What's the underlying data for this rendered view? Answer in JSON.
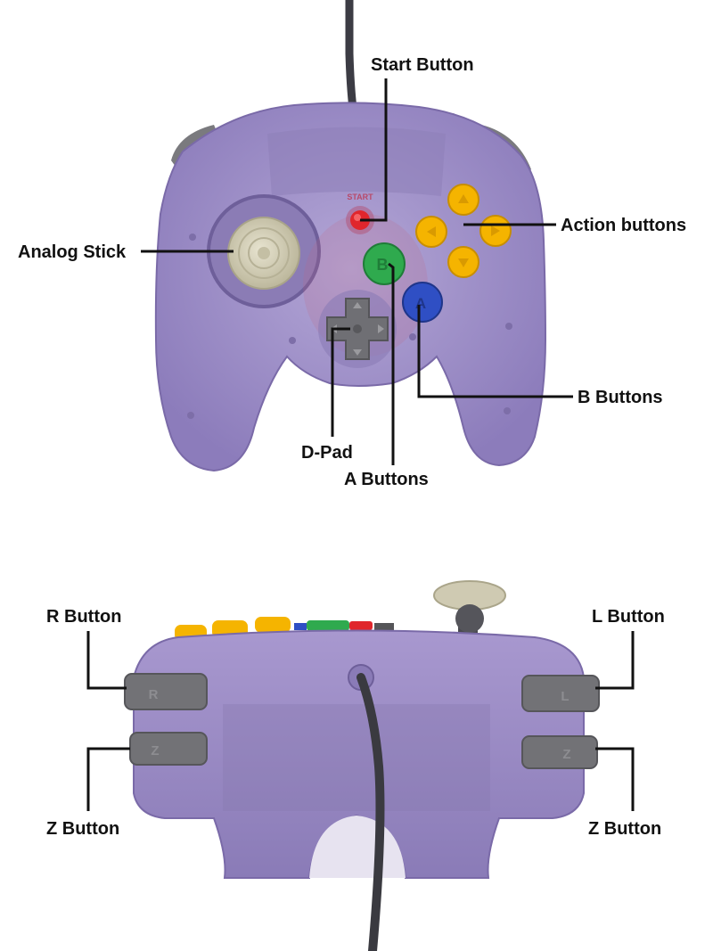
{
  "labels": {
    "start_button": "Start Button",
    "action_buttons": "Action buttons",
    "analog_stick": "Analog Stick",
    "b_buttons": "B Buttons",
    "d_pad": "D-Pad",
    "a_buttons": "A Buttons",
    "r_button": "R Button",
    "l_button": "L Button",
    "z_button_left": "Z Button",
    "z_button_right": "Z Button"
  },
  "button_glyphs": {
    "a": "A",
    "b": "B",
    "start": "START",
    "r": "R",
    "l": "L",
    "z": "Z"
  },
  "colors": {
    "shell": "#9b8cc4",
    "shell_dark": "#7d6ea8",
    "yellow": "#f5b400",
    "green": "#2faa4e",
    "blue": "#2f4fc4",
    "red": "#e0262c",
    "grey": "#808080",
    "stick": "#d7d3bd"
  }
}
